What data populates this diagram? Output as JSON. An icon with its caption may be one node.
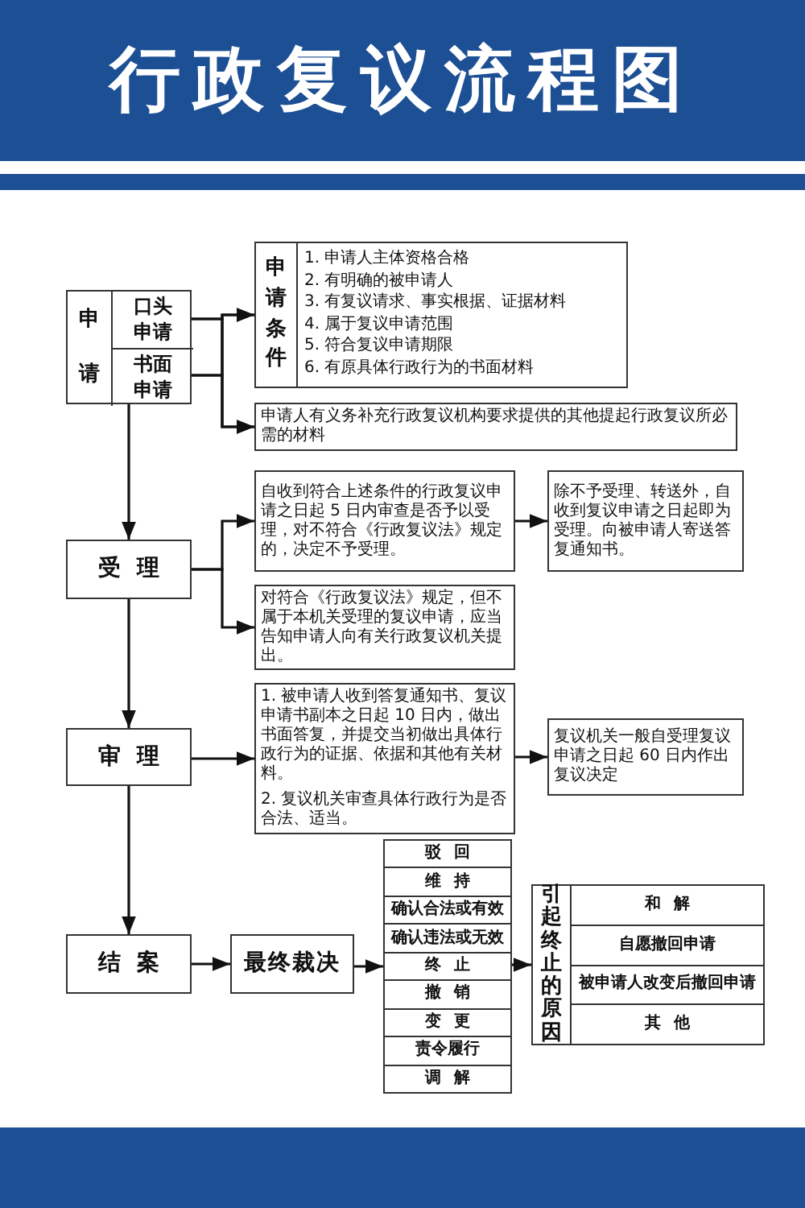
{
  "diagram": {
    "title": "行政复议流程图",
    "nodes": [
      {
        "text": [
          "申请"
        ]
      },
      {
        "text": [
          "口头申请"
        ],
        "in": 0
      },
      {
        "text": [
          "书面申请"
        ],
        "in": 0
      },
      {
        "text": [
          "申请条件",
          "1. 申请人主体资格合格",
          "2. 有明确的被申请人",
          "3. 有复议请求、事实根据、证据材料",
          "4. 属于复议申请范围",
          "5. 符合复议申请期限",
          "6. 有原具体行政行为的书面材料"
        ]
      },
      {
        "text": [
          "申请人有义务补充行政复议机构要求提供的其他提起行政复议所必需的材料"
        ]
      },
      {
        "text": [
          "受理"
        ]
      },
      {
        "text": [
          "自收到符合上述条件的行政复议申请之日起 5 日内审查是否予以受理，对不符合《行政复议法》规定的，决定不予受理。"
        ]
      },
      {
        "text": [
          "除不予受理、转送外，自收到复议申请之日起即为受理。向被申请人寄送答复通知书。"
        ]
      },
      {
        "text": [
          "对符合《行政复议法》规定，但不属于本机关受理的复议申请，应当告知申请人向有关行政复议机关提出。"
        ]
      },
      {
        "text": [
          "审理"
        ]
      },
      {
        "text": [
          "1. 被申请人收到答复通知书、复议申请书副本之日起 10 日内，做出书面答复，并提交当初做出具体行政行为的证据、依据和其他有关材料。",
          "2. 复议机关审查具体行政行为是否合法、适当。"
        ]
      },
      {
        "text": [
          "复议机关一般自受理复议申请之日起 60 日内作出复议决定"
        ]
      },
      {
        "text": [
          "结案"
        ]
      },
      {
        "text": [
          "最终裁决"
        ]
      },
      {
        "text": [
          "驳回",
          "维持",
          "确认合法或有效",
          "确认违法或无效",
          "终止",
          "撤销",
          "变更",
          "责令履行",
          "调解"
        ]
      },
      {
        "text": [
          "引起终止的原因",
          "和解",
          "自愿撤回申请",
          "被申请人改变后撤回申请",
          "其他"
        ]
      }
    ],
    "edges": [
      {
        "from": 1,
        "to": 3,
        "arrow": "to"
      },
      {
        "from": 1,
        "to": 4,
        "arrow": "to"
      },
      {
        "from": 2,
        "to": 3,
        "arrow": "to"
      },
      {
        "from": 2,
        "to": 4,
        "arrow": "to"
      },
      {
        "from": 0,
        "to": 5,
        "arrow": "to"
      },
      {
        "from": 5,
        "to": 6,
        "arrow": "to"
      },
      {
        "from": 5,
        "to": 8,
        "arrow": "to"
      },
      {
        "from": 6,
        "to": 7,
        "arrow": "to"
      },
      {
        "from": 5,
        "to": 9,
        "arrow": "to"
      },
      {
        "from": 9,
        "to": 10,
        "arrow": "to"
      },
      {
        "from": 10,
        "to": 11,
        "arrow": "to"
      },
      {
        "from": 9,
        "to": 12,
        "arrow": "to"
      },
      {
        "from": 12,
        "to": 13,
        "arrow": "to"
      },
      {
        "from": 13,
        "to": 14,
        "arrow": "to"
      },
      {
        "from": 14,
        "to": 15,
        "arrow": "to"
      }
    ]
  }
}
